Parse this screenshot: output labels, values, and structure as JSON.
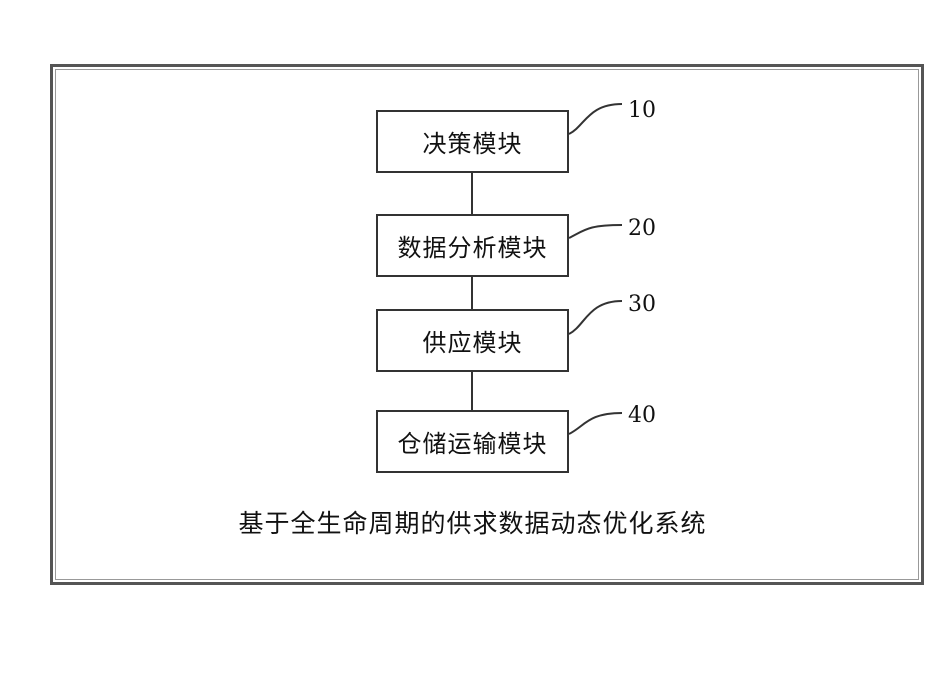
{
  "modules": [
    {
      "label": "决策模块",
      "ref": "10"
    },
    {
      "label": "数据分析模块",
      "ref": "20"
    },
    {
      "label": "供应模块",
      "ref": "30"
    },
    {
      "label": "仓储运输模块",
      "ref": "40"
    }
  ],
  "caption": "基于全生命周期的供求数据动态优化系统"
}
